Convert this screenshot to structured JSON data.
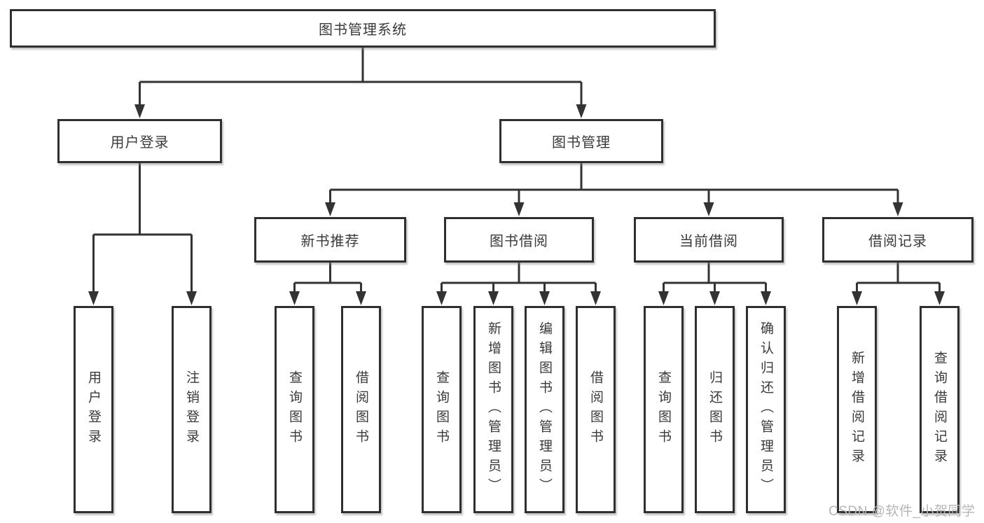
{
  "nodes": {
    "root": "图书管理系统",
    "level2": [
      "用户登录",
      "图书管理"
    ],
    "level3": [
      "新书推荐",
      "图书借阅",
      "当前借阅",
      "借阅记录"
    ],
    "leaves": [
      "用户登录",
      "注销登录",
      "查询图书",
      "借阅图书",
      "查询图书",
      "新增图书（管理员）",
      "编辑图书（管理员）",
      "借阅图书",
      "查询图书",
      "归还图书",
      "确认归还（管理员）",
      "新增借阅记录",
      "查询借阅记录"
    ]
  },
  "watermark": "CSDN @软件_小贺同学",
  "colors": {
    "line": "#333333",
    "border": "#2f2f2f",
    "box_fill": "#ffffff",
    "text": "#3a3a3a",
    "watermark": "#b6b6b6"
  }
}
